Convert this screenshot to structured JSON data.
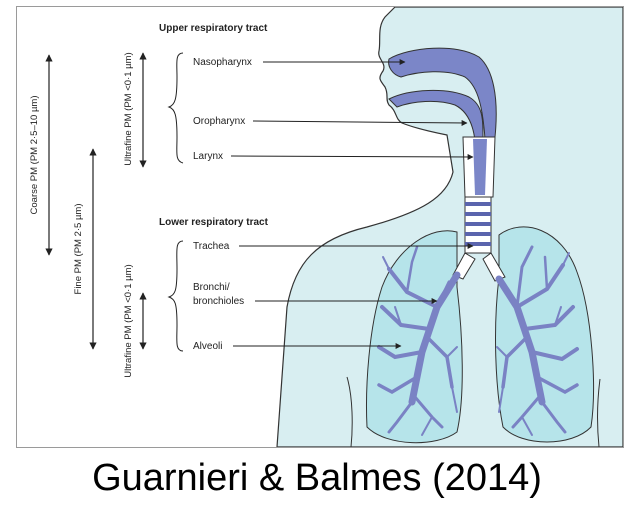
{
  "diagram": {
    "headers": {
      "upper": "Upper respiratory tract",
      "lower": "Lower respiratory tract"
    },
    "labels": {
      "nasopharynx": "Nasopharynx",
      "oropharynx": "Oropharynx",
      "larynx": "Larynx",
      "trachea": "Trachea",
      "bronchi_line1": "Bronchi/",
      "bronchi_line2": "bronchioles",
      "alveoli": "Alveoli"
    },
    "particle_sizes": {
      "coarse": "Coarse PM (PM 2·5–10 µm)",
      "fine": "Fine PM (PM 2·5 µm)",
      "ultrafine_upper": "Ultrafine PM (PM <0·1 µm)",
      "ultrafine_lower": "Ultrafine PM (PM <0·1 µm)"
    },
    "colors": {
      "body_fill": "#d8eef1",
      "airway_fill": "#7b86c8",
      "lung_fill": "#b6e4ea",
      "bronchi_fill": "#7a82c4"
    }
  },
  "caption": "Guarnieri & Balmes (2014)"
}
